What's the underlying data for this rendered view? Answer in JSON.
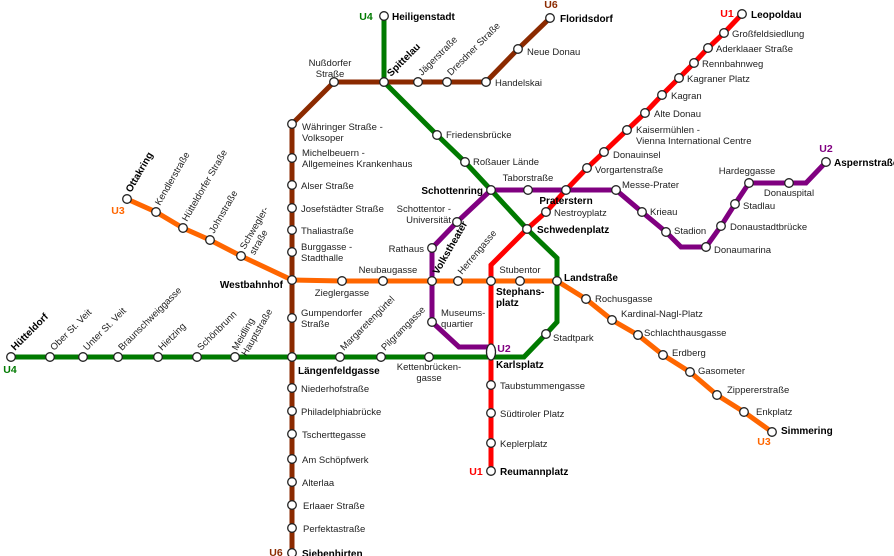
{
  "map": {
    "lines": [
      {
        "id": "U1",
        "color": "#ff0000",
        "stations": [
          "Leopoldau",
          "Großfeldsiedlung",
          "Aderklaaer Straße",
          "Rennbahnweg",
          "Kagraner Platz",
          "Kagran",
          "Alte Donau",
          "Kaisermühlen - Vienna International Centre",
          "Donauinsel",
          "Vorgartenstraße",
          "Praterstern",
          "Nestroyplatz",
          "Schwedenplatz",
          "Stephansplatz",
          "Karlsplatz",
          "Taubstummengasse",
          "Südtiroler Platz",
          "Keplerplatz",
          "Reumannplatz"
        ]
      },
      {
        "id": "U2",
        "color": "#800080",
        "stations": [
          "Karlsplatz",
          "Museumsquartier",
          "Volkstheater",
          "Rathaus",
          "Schottentor - Universität",
          "Schottenring",
          "Taborstraße",
          "Praterstern",
          "Messe-Prater",
          "Krieau",
          "Stadion",
          "Donaumarina",
          "Donaustadtbrücke",
          "Stadlau",
          "Hardeggasse",
          "Donauspital",
          "Aspernstraße"
        ]
      },
      {
        "id": "U3",
        "color": "#ff6600",
        "stations": [
          "Ottakring",
          "Kendlerstraße",
          "Hütteldorfer Straße",
          "Johnstraße",
          "Schwegler-straße",
          "Westbahnhof",
          "Zieglergasse",
          "Neubaugasse",
          "Volkstheater",
          "Herrengasse",
          "Stephansplatz",
          "Stubentor",
          "Landstraße",
          "Rochusgasse",
          "Kardinal-Nagl-Platz",
          "Schlachthausgasse",
          "Erdberg",
          "Gasometer",
          "Zippererstraße",
          "Enkplatz",
          "Simmering"
        ]
      },
      {
        "id": "U4",
        "color": "#007a00",
        "stations": [
          "Heiligenstadt",
          "Spittelau",
          "Friedensbrücke",
          "Roßauer Lände",
          "Schottenring",
          "Schwedenplatz",
          "Landstraße",
          "Stadtpark",
          "Karlsplatz",
          "Kettenbrücken-gasse",
          "Pilgramgasse",
          "Margaretengürtel",
          "Längenfeldgasse",
          "Meidling Hauptstraße",
          "Schönbrunn",
          "Hietzing",
          "Braunschweiggasse",
          "Unter St. Veit",
          "Ober St. Veit",
          "Hütteldorf"
        ]
      },
      {
        "id": "U6",
        "color": "#8b2a00",
        "stations": [
          "Floridsdorf",
          "Neue Donau",
          "Handelskai",
          "Dresdner Straße",
          "Jägerstraße",
          "Spittelau",
          "Nußdorfer Straße",
          "Währinger Straße - Volksoper",
          "Michelbeuern - Allgemeines Krankenhaus",
          "Alser Straße",
          "Josefstädter Straße",
          "Thaliastraße",
          "Burggasse - Stadthalle",
          "Westbahnhof",
          "Gumpendorfer Straße",
          "Längenfeldgasse",
          "Niederhofstraße",
          "Philadelphiabrücke",
          "Tscherttegasse",
          "Am Schöpfwerk",
          "Alterlaa",
          "Erlaaer Straße",
          "Perfektastraße",
          "Siebenhirten"
        ]
      }
    ],
    "terminal_badges": [
      "U1",
      "U1",
      "U2",
      "U2",
      "U3",
      "U3",
      "U4",
      "U4",
      "U6",
      "U6"
    ]
  }
}
